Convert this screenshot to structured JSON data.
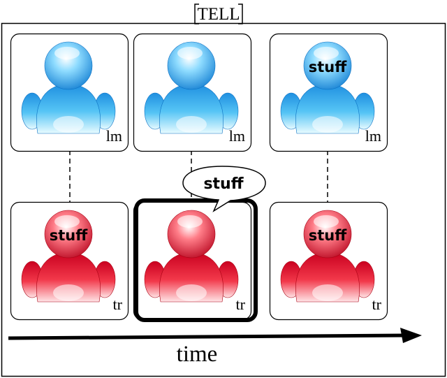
{
  "frame": {
    "title": "TELL"
  },
  "colors": {
    "blue_light": "#b9ecff",
    "blue_mid": "#3eb6f0",
    "blue_dark": "#0a6fc2",
    "red_light": "#ffc4c8",
    "red_mid": "#f23848",
    "red_dark": "#a80012",
    "highlight": "#000000"
  },
  "top_row": {
    "icon": "blue-person-icon",
    "cells": [
      {
        "role": "lm",
        "head_text": ""
      },
      {
        "role": "lm",
        "head_text": ""
      },
      {
        "role": "lm",
        "head_text": "stuff"
      }
    ]
  },
  "bottom_row": {
    "icon": "red-person-icon",
    "cells": [
      {
        "role": "tr",
        "head_text": "stuff"
      },
      {
        "role": "tr",
        "head_text": ""
      },
      {
        "role": "tr",
        "head_text": "stuff"
      }
    ]
  },
  "speech_bubble": {
    "text": "stuff"
  },
  "time_axis": {
    "label": "time"
  }
}
